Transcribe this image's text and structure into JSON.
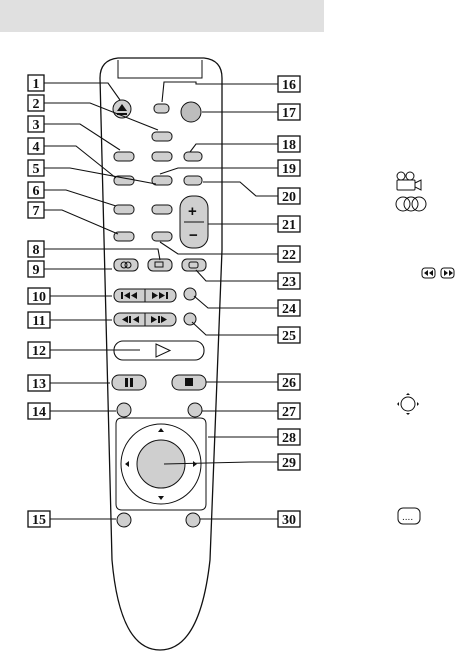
{
  "callouts": {
    "left": [
      "1",
      "2",
      "3",
      "4",
      "5",
      "6",
      "7",
      "8",
      "9",
      "10",
      "11",
      "12",
      "13",
      "14",
      "15"
    ],
    "right": [
      "16",
      "17",
      "18",
      "19",
      "20",
      "21",
      "22",
      "23",
      "24",
      "25",
      "26",
      "27",
      "28",
      "29",
      "30"
    ]
  },
  "icons": {
    "eject": "eject-icon",
    "play": "play-icon",
    "pause": "pause-icon",
    "stop": "stop-icon",
    "prev": "previous-track-icon",
    "next": "next-track-icon",
    "step_back": "step-back-icon",
    "step_forward": "step-forward-icon",
    "camera": "camera-angle-icon",
    "audio": "audio-icon",
    "subtitle": "subtitle-icon",
    "angle_side": "angle-side-icon",
    "skip_side": "skip-side-icon",
    "rotate_side": "rotate-side-icon",
    "display_side": "display-side-icon"
  }
}
